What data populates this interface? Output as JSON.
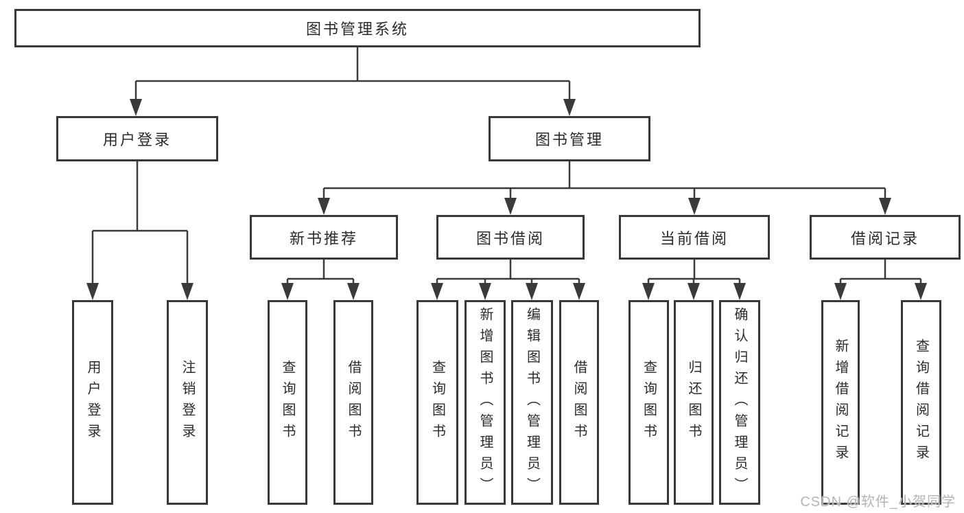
{
  "diagram": {
    "root": "图书管理系统",
    "level2": {
      "user_login": "用户登录",
      "book_management": "图书管理"
    },
    "level3": [
      "新书推荐",
      "图书借阅",
      "当前借阅",
      "借阅记录"
    ],
    "leaves": {
      "user_login": [
        "用户登录",
        "注销登录"
      ],
      "new_book_recommendation": [
        "查询图书",
        "借阅图书"
      ],
      "book_borrowing": [
        "查询图书",
        "新增图书（管理员）",
        "编辑图书（管理员）",
        "借阅图书"
      ],
      "current_borrowing": [
        "查询图书",
        "归还图书",
        "确认归还（管理员）"
      ],
      "borrowing_records": [
        "新增借阅记录",
        "查询借阅记录"
      ]
    }
  },
  "watermark": "CSDN @软件_小贺同学",
  "colors": {
    "line": "#3a3a3a",
    "border": "#383838",
    "text": "#2b2b2b",
    "watermark": "#b9b3b3",
    "background": "#ffffff"
  }
}
